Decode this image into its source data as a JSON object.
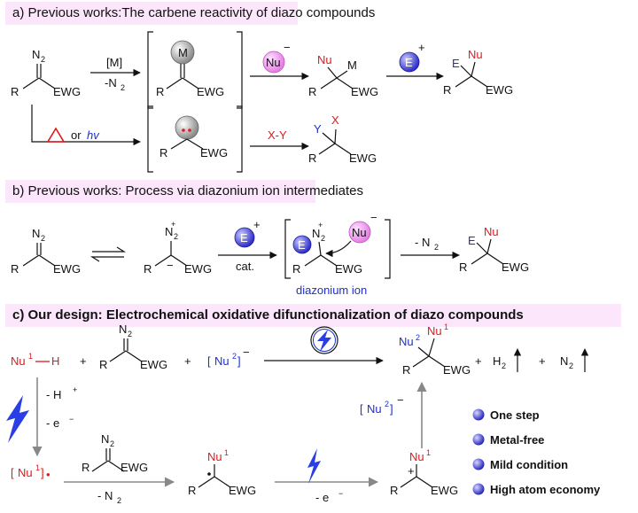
{
  "headings": {
    "a": "a) Previous works:The carbene reactivity of diazo compounds",
    "b": "b) Previous works: Process via diazonium ion intermediates",
    "c": "c) Our design: Electrochemical oxidative difunctionalization of diazo compounds"
  },
  "labels": {
    "n2": "N",
    "two": "2",
    "r": "R",
    "ewg": "EWG",
    "m": "M",
    "nu": "Nu",
    "e": "E",
    "x": "X",
    "y": "Y",
    "minus": "−",
    "plus": "+",
    "metal_cat": "[M]",
    "minus_n2": "-N",
    "or": "or",
    "hv": "hv",
    "xy": "X-Y",
    "cat": "cat.",
    "minus_n2_b": "- N",
    "diazonium": "diazonium ion",
    "one": "1",
    "nu1_h": "Nu",
    "h": "H",
    "h2": "H",
    "n2c": "N",
    "minus_h": "- H",
    "minus_e": "- e",
    "minus_e2": "- e",
    "minus_n2_c": "- N",
    "bracket_open": "[",
    "bracket_close": "]",
    "dot": "•"
  },
  "bullets": [
    "One step",
    "Metal-free",
    "Mild condition",
    "High atom economy"
  ],
  "colors": {
    "banner": "#fbe6fb",
    "red": "#e0181b",
    "blue": "#1c2fd1",
    "gray_arrow": "#888888",
    "metal_sphere": "#9a9a9a",
    "nu_sphere": "#f090f0",
    "e_sphere": "#3b3bd6"
  },
  "icons": [
    "lightning-bolt-icon",
    "electrode-circle-icon",
    "triangle-heat-icon",
    "up-arrow-gas-icon",
    "blue-sphere-bullet-icon"
  ]
}
